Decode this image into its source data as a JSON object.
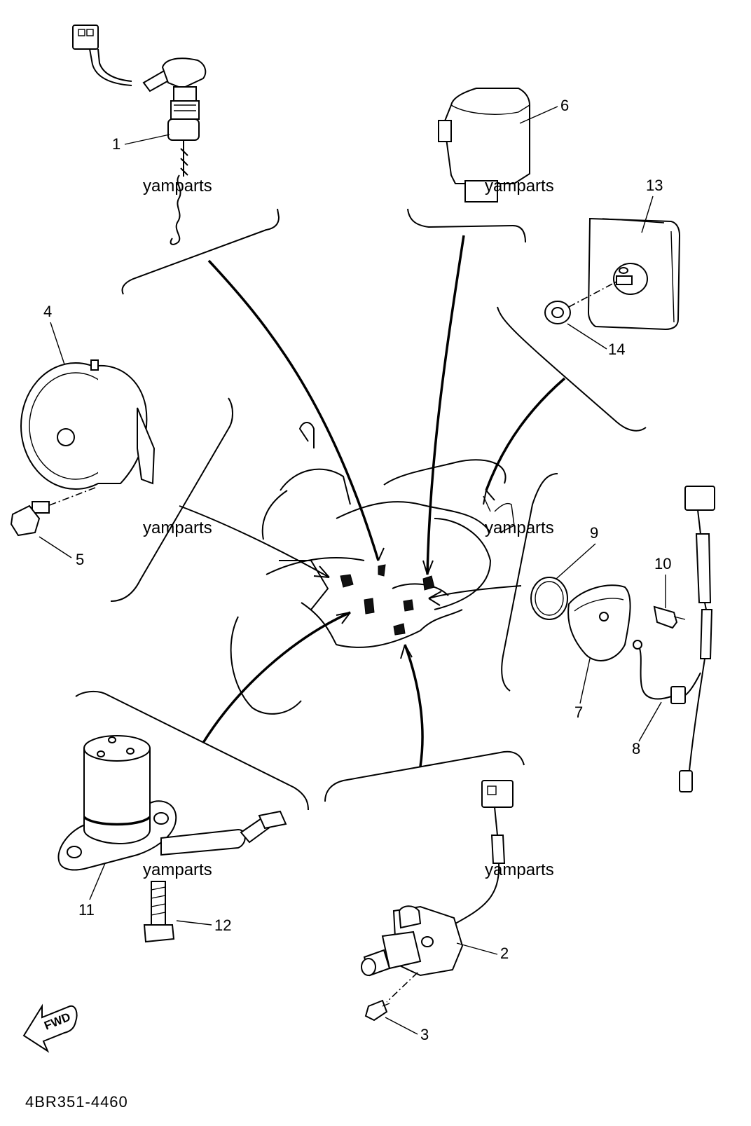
{
  "diagram": {
    "callouts": {
      "c1": "1",
      "c2": "2",
      "c3": "3",
      "c4": "4",
      "c5": "5",
      "c6": "6",
      "c7": "7",
      "c8": "8",
      "c9": "9",
      "c10": "10",
      "c11": "11",
      "c12": "12",
      "c13": "13",
      "c14": "14"
    },
    "watermark": "yamparts",
    "fwd_label": "FWD",
    "drawing_code": "4BR351-4460"
  }
}
